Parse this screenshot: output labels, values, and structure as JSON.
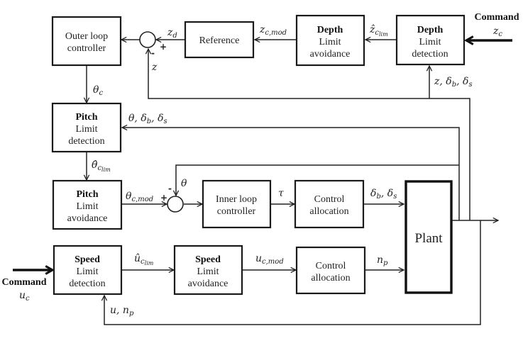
{
  "diagram": {
    "type": "control-block-diagram",
    "blocks": {
      "outer_loop": {
        "line1": "Outer loop",
        "line2": "controller"
      },
      "reference": {
        "label": "Reference"
      },
      "depth_avoid": {
        "title": "Depth",
        "line1": "Limit",
        "line2": "avoidance"
      },
      "depth_detect": {
        "title": "Depth",
        "line1": "Limit",
        "line2": "detection"
      },
      "pitch_detect": {
        "title": "Pitch",
        "line1": "Limit",
        "line2": "detection"
      },
      "pitch_avoid": {
        "title": "Pitch",
        "line1": "Limit",
        "line2": "avoidance"
      },
      "inner_loop": {
        "line1": "Inner loop",
        "line2": "controller"
      },
      "control_alloc_1": {
        "line1": "Control",
        "line2": "allocation"
      },
      "plant": {
        "label": "Plant"
      },
      "speed_detect": {
        "title": "Speed",
        "line1": "Limit",
        "line2": "detection"
      },
      "speed_avoid": {
        "title": "Speed",
        "line1": "Limit",
        "line2": "avoidance"
      },
      "control_alloc_2": {
        "line1": "Control",
        "line2": "allocation"
      }
    },
    "commands": {
      "depth": {
        "label": "Command",
        "symbol": "z",
        "sub": "c"
      },
      "speed": {
        "label": "Command",
        "symbol": "u",
        "sub": "c"
      }
    },
    "signals": {
      "z_d": {
        "symbol": "z",
        "sub": "d"
      },
      "z_c_mod": {
        "symbol": "z",
        "sub": "c,mod"
      },
      "z_c_lim": {
        "symbol": "ẑ",
        "sub": "c",
        "subsub": "lim"
      },
      "z_feedback": {
        "symbol": "z"
      },
      "depth_feedback": {
        "text": "z, δ",
        "sub1": "b",
        "mid": ", δ",
        "sub2": "s"
      },
      "theta_c": {
        "symbol": "θ",
        "sub": "c"
      },
      "pitch_feedback": {
        "text": "θ, δ",
        "sub1": "b",
        "mid": ", δ",
        "sub2": "s"
      },
      "theta_c_lim": {
        "symbol": "θ̂",
        "sub": "c",
        "subsub": "lim"
      },
      "theta_c_mod": {
        "symbol": "θ",
        "sub": "c,mod"
      },
      "theta_feedback": {
        "symbol": "θ"
      },
      "tau": {
        "symbol": "τ"
      },
      "delta": {
        "text": "δ",
        "sub1": "b",
        "mid": ", δ",
        "sub2": "s"
      },
      "u_c_lim": {
        "symbol": "û",
        "sub": "c",
        "subsub": "lim"
      },
      "u_c_mod": {
        "symbol": "u",
        "sub": "c,mod"
      },
      "n_p": {
        "symbol": "n",
        "sub": "p"
      },
      "speed_feedback": {
        "text": "u, n",
        "sub": "p"
      }
    },
    "sum_signs": {
      "top_plus": "+",
      "top_minus": "-",
      "mid_plus": "+",
      "mid_minus": "-"
    }
  }
}
